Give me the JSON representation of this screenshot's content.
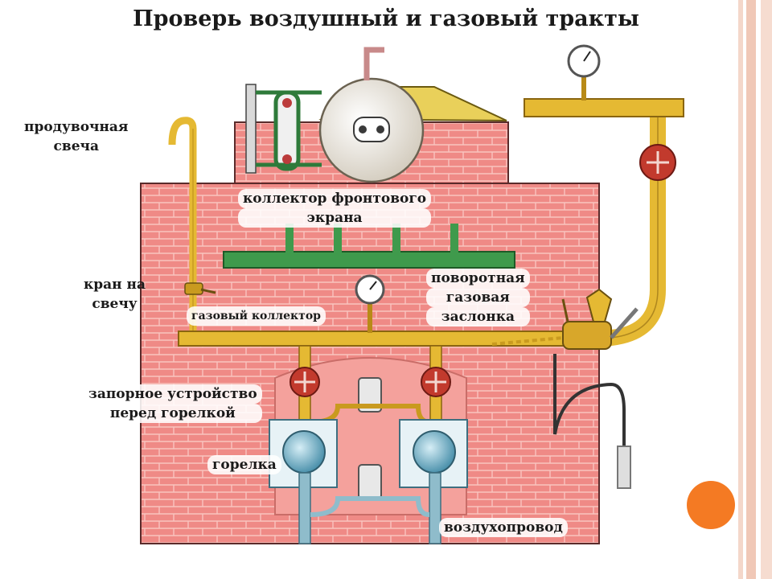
{
  "title": "Проверь воздушный и газовый тракты",
  "labels": {
    "purge_candle": [
      "продувочная",
      "свеча"
    ],
    "front_collector": [
      "коллектор фронтового",
      "экрана"
    ],
    "candle_valve": [
      "кран на",
      "свечу"
    ],
    "gas_collector": "газовый коллектор",
    "rotary_damper": [
      "поворотная",
      "газовая",
      "заслонка"
    ],
    "shutoff_device": [
      "запорное устройство",
      "перед горелкой"
    ],
    "burner": "горелка",
    "air_duct": "воздухопровод"
  },
  "colors": {
    "brick": "#ef8a86",
    "brick_light": "#f7b3ae",
    "pipe": "#e5b933",
    "pipe_dark": "#b88a17",
    "collector_green": "#3f9a4c",
    "drum": "#e8e2d6",
    "valve_red": "#c23a2d",
    "burner_blue": "#7fb6c9",
    "accent_orange": "#f47a23",
    "stripe": "#f2cfc0"
  }
}
